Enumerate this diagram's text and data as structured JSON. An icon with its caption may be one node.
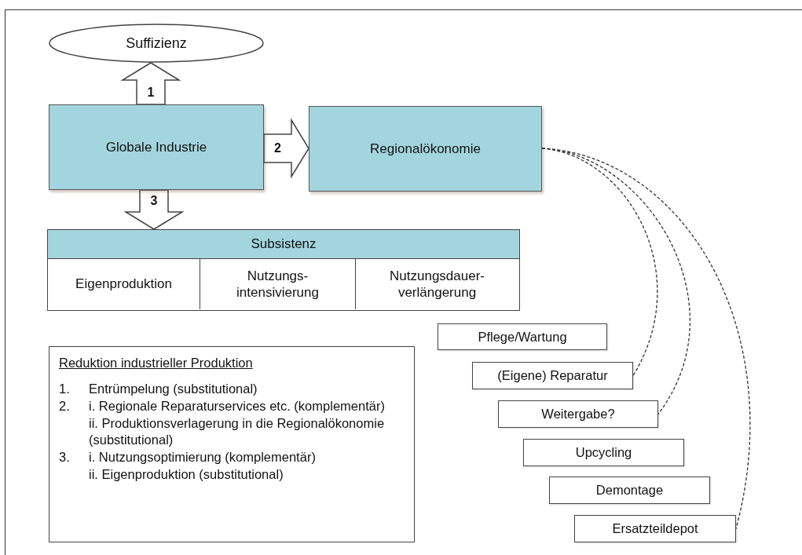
{
  "diagram": {
    "nodes": [
      {
        "text": [
          "Suffizienz"
        ]
      },
      {
        "text": [
          "Globale Industrie"
        ]
      },
      {
        "text": [
          "Regionalökonomie"
        ]
      },
      {
        "text": [
          "Subsistenz"
        ]
      },
      {
        "text": [
          "Eigenproduktion"
        ],
        "in": 3
      },
      {
        "text": [
          "Nutzungs- intensivierung"
        ],
        "in": 3
      },
      {
        "text": [
          "Nutzungsdauer- verlängerung"
        ],
        "in": 3
      },
      {
        "text": [
          "Reduktion industrieller Produktion",
          "1.",
          "Entrümpelung (substitutional)",
          "2.",
          "i. Regionale Reparaturservices etc. (komplementär)",
          "ii. Produktionsverlagerung in die Regionalökonomie (substitutional)",
          "3.",
          "i. Nutzungsoptimierung (komplementär)",
          "ii. Eigenproduktion (substitutional)"
        ]
      },
      {
        "text": [
          "Pflege/Wartung"
        ]
      },
      {
        "text": [
          "(Eigene) Reparatur"
        ]
      },
      {
        "text": [
          "Weitergabe?"
        ]
      },
      {
        "text": [
          "Upcycling"
        ]
      },
      {
        "text": [
          "Demontage"
        ]
      },
      {
        "text": [
          "Ersatzteildepot"
        ]
      }
    ],
    "edges": [
      {
        "from": 1,
        "to": 0,
        "arrow": "to",
        "label": "1"
      },
      {
        "from": 1,
        "to": 2,
        "arrow": "to",
        "label": "2"
      },
      {
        "from": 1,
        "to": 3,
        "arrow": "to",
        "label": "3"
      },
      {
        "from": 2,
        "to": 9,
        "arrow": "none",
        "style": "dashed"
      },
      {
        "from": 2,
        "to": 10,
        "arrow": "none",
        "style": "dashed"
      },
      {
        "from": 2,
        "to": 13,
        "arrow": "none",
        "style": "dashed"
      }
    ]
  }
}
